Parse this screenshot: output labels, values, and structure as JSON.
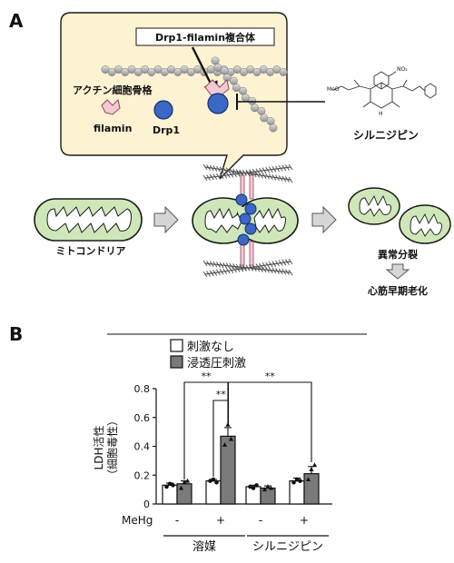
{
  "panel_a": {
    "label": "A",
    "callout": {
      "complex_label": "Drp1-filamin複合体",
      "actin_label": "アクチン細胞骨格",
      "filamin_label": "filamin",
      "drp1_label": "Drp1"
    },
    "drug_name": "シルニジピン",
    "structure_text": {
      "meo": "MeO",
      "no2": "NO₂",
      "nh": "H"
    },
    "mito_label": "ミトコンドリア",
    "fission_label": "異常分裂",
    "aging_label": "心筋早期老化",
    "colors": {
      "callout_fill": "#fdf2d2",
      "mito_fill": "#cfe7b8",
      "mito_stroke": "#1a1a1a",
      "drp1_fill": "#3b67c6",
      "filamin_fill": "#f5c9d4",
      "actin_bead": "#b9b9b9"
    }
  },
  "panel_b": {
    "label": "B",
    "legend": {
      "control": "刺激なし",
      "stimulus": "浸透圧刺激"
    },
    "ylabel_line1": "LDH活性",
    "ylabel_line2": "（細胞毒性）",
    "meHg_label": "MeHg",
    "group_labels": [
      "溶媒",
      "シルニジピン"
    ],
    "significance": "**",
    "colors": {
      "control": "#ffffff",
      "stimulus": "#7a7a7a"
    },
    "chart_data": {
      "type": "bar",
      "title": "",
      "xlabel": "",
      "ylabel": "LDH活性（細胞毒性）",
      "ylim": [
        0,
        0.8
      ],
      "yticks": [
        "0",
        "0.2",
        "0.4",
        "0.6",
        "0.8"
      ],
      "categories": [
        "-",
        "+",
        "-",
        "+"
      ],
      "groups": [
        "溶媒",
        "溶媒",
        "シルニジピン",
        "シルニジピン"
      ],
      "series": [
        {
          "name": "刺激なし",
          "values": [
            0.13,
            0.16,
            0.12,
            0.16
          ],
          "errors": [
            0.015,
            0.01,
            0.01,
            0.02
          ]
        },
        {
          "name": "浸透圧刺激",
          "values": [
            0.14,
            0.47,
            0.11,
            0.21
          ],
          "errors": [
            0.02,
            0.06,
            0.015,
            0.05
          ]
        }
      ],
      "points": [
        [
          [
            0.12,
            0.14,
            0.13
          ],
          [
            0.11,
            0.15,
            0.16
          ]
        ],
        [
          [
            0.16,
            0.17,
            0.15
          ],
          [
            0.41,
            0.55,
            0.45
          ]
        ],
        [
          [
            0.12,
            0.11,
            0.13
          ],
          [
            0.1,
            0.12,
            0.11
          ]
        ],
        [
          [
            0.15,
            0.17,
            0.16
          ],
          [
            0.17,
            0.24,
            0.27
          ]
        ]
      ]
    }
  }
}
